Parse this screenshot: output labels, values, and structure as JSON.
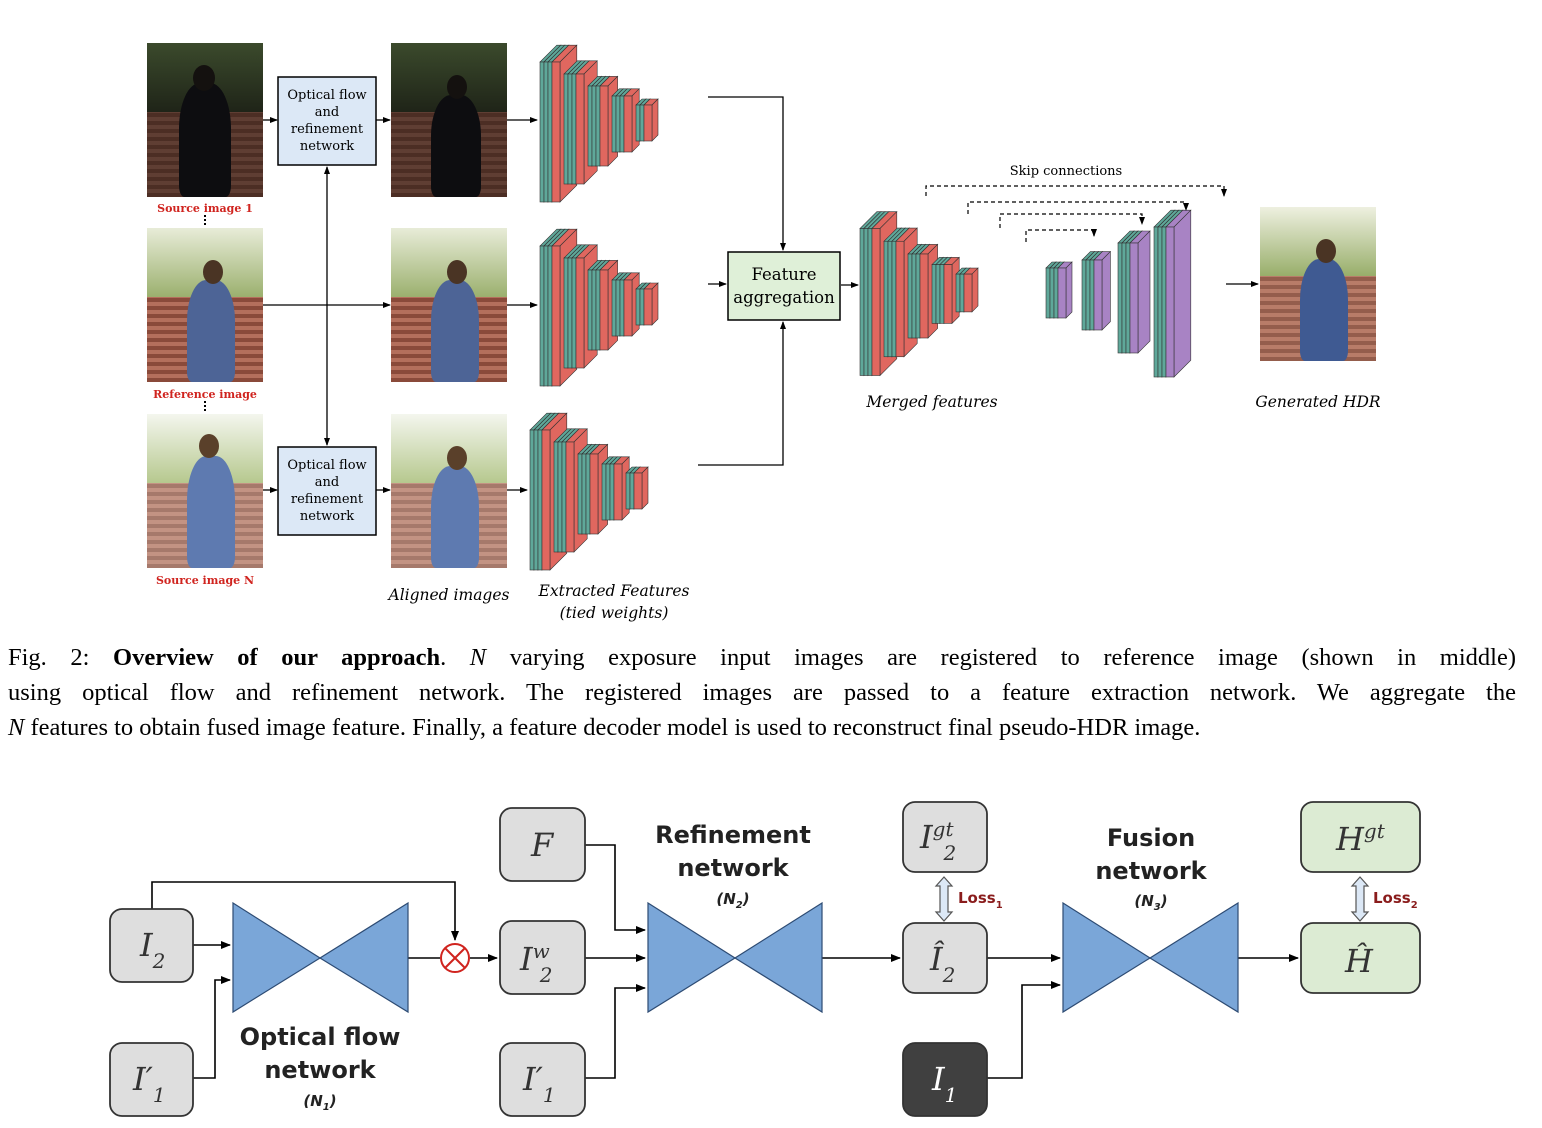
{
  "figure1": {
    "source_image_1": "Source image 1",
    "reference_image": "Reference image",
    "source_image_n": "Source image N",
    "optical_flow_lines": [
      "Optical flow",
      "and",
      "refinement",
      "network"
    ],
    "feature_aggregation_lines": [
      "Feature",
      "aggregation"
    ],
    "skip_connections": "Skip connections",
    "merged_features": "Merged features",
    "generated_hdr": "Generated HDR",
    "aligned_images": "Aligned images",
    "extracted_features": "Extracted Features",
    "tied_weights": "(tied weights)",
    "colors": {
      "teal": "#5fa89a",
      "red": "#e0675f",
      "purple": "#a883c4",
      "box_blue": "#dce8f6",
      "box_green": "#dff0d8",
      "label_red": "#d0241f"
    }
  },
  "caption": {
    "fig_label": "Fig. 2:",
    "bold_title": "Overview of our approach",
    "n": "N",
    "line1_rest": "varying exposure input images are registered to reference image (shown in middle)",
    "line2": "using optical flow and refinement network. The registered images are passed to a feature extraction network. We aggregate the",
    "line3_rest": "features to obtain fused image feature. Finally, a feature decoder model is used to reconstruct final pseudo-HDR image."
  },
  "figure2": {
    "optical_flow_title": [
      "Optical flow",
      "network"
    ],
    "optical_flow_sub": "(N",
    "optical_flow_sub_idx": "1",
    "refinement_title": [
      "Refinement",
      "network"
    ],
    "refinement_sub_idx": "2",
    "fusion_title": [
      "Fusion",
      "network"
    ],
    "fusion_sub_idx": "3",
    "loss1": "Loss",
    "loss1_idx": "1",
    "loss2": "Loss",
    "loss2_idx": "2",
    "boxes": {
      "i2": {
        "main": "I",
        "sub": "2"
      },
      "i1p_left": {
        "main": "I′",
        "sub": "1"
      },
      "f": {
        "main": "F"
      },
      "i2w": {
        "main": "I",
        "sup": "w",
        "sub": "2"
      },
      "i1p_mid": {
        "main": "I′",
        "sub": "1"
      },
      "i2gt": {
        "main": "I",
        "sup": "gt",
        "sub": "2"
      },
      "i2hat": {
        "main": "Î",
        "sub": "2"
      },
      "i1": {
        "main": "I",
        "sub": "1"
      },
      "hgt": {
        "main": "H",
        "sup": "gt"
      },
      "hhat": {
        "main": "Ĥ"
      }
    },
    "colors": {
      "network_blue": "#7aa6d8",
      "box_gray": "#dedede",
      "box_green": "#dcebd3",
      "box_dark": "#404040",
      "loss_red": "#8a1c1c",
      "xor_red": "#d0241f"
    }
  }
}
